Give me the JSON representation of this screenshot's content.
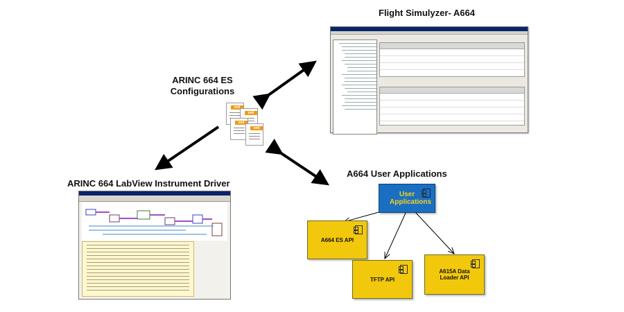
{
  "labels": {
    "flight_simulyzer": "Flight Simulyzer- A664",
    "es_config_line1": "ARINC 664 ES",
    "es_config_line2": "Configurations",
    "labview_driver": "ARINC 664 LabView Instrument Driver",
    "user_apps_title": "A664 User Applications"
  },
  "components": {
    "user_applications": "User Applications",
    "es_api": "A664 ES API",
    "tftp_api": "TFTP API",
    "data_loader_api": "A615A Data Loader API"
  },
  "xml_file_tag": "xml",
  "colors": {
    "component_yellow": "#f2c80c",
    "component_blue": "#1b6fc0",
    "arrow": "#000000"
  }
}
